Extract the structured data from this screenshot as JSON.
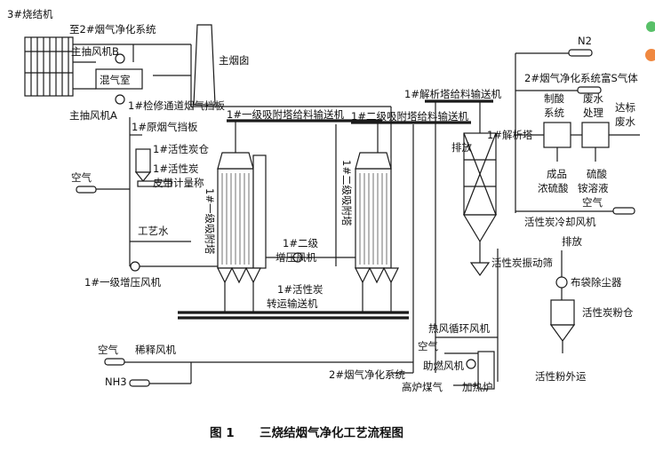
{
  "labels": {
    "sinter": "3#烧结机",
    "to_no2": "至2#烟气净化系统",
    "fan_b": "主抽风机B",
    "fan_a": "主抽风机A",
    "mix_room": "混气室",
    "chimney": "主烟囱",
    "bypass_damper": "1#检修通道烟气挡板",
    "raw_damper": "1#原烟气挡板",
    "carbon_bin": "1#活性炭仓",
    "belt_scale_1": "1#活性炭",
    "belt_scale_2": "皮带计量称",
    "air_left": "空气",
    "proc_water": "工艺水",
    "boost_fan_1": "1#一级增压风机",
    "tower1_label": "1#一级吸附塔",
    "feeder1": "1#一级吸附塔给料输送机",
    "feeder2": "1#二级吸附塔给料输送机",
    "tower2_label": "1#二级吸附塔",
    "boost_fan_2_l1": "1#二级",
    "boost_fan_2_l2": "增压风机",
    "transfer_1": "1#活性炭",
    "transfer_2": "转运输送机",
    "regen_feeder": "1#解析塔给料输送机",
    "regen_tower": "1#解析塔",
    "discharge_top": "排放",
    "n2": "N2",
    "rich_s": "2#烟气净化系统富S气体",
    "acid_system_1": "制酸",
    "acid_system_2": "系统",
    "wastewater_1": "废水",
    "wastewater_2": "处理",
    "std_water_1": "达标",
    "std_water_2": "废水",
    "conc_acid_1": "成品",
    "conc_acid_2": "浓硫酸",
    "ammonium_1": "硫酸",
    "ammonium_2": "铵溶液",
    "air_right": "空气",
    "cool_fan": "活性炭冷却风机",
    "discharge_right": "排放",
    "screen": "活性炭振动筛",
    "bag_filter": "布袋除尘器",
    "powder_bin": "活性炭粉仓",
    "hot_air_fan": "热风循环风机",
    "air_comb": "空气",
    "comb_fan": "助燃风机",
    "bf_gas": "高炉煤气",
    "heater": "加热炉",
    "powder_out": "活性粉外运",
    "air_dilute": "空气",
    "dilute_fan": "稀释风机",
    "nh3": "NH3",
    "to_no2_bottom": "2#烟气净化系统"
  },
  "caption": {
    "figure": "图 1",
    "title": "三烧结烟气净化工艺流程图"
  }
}
